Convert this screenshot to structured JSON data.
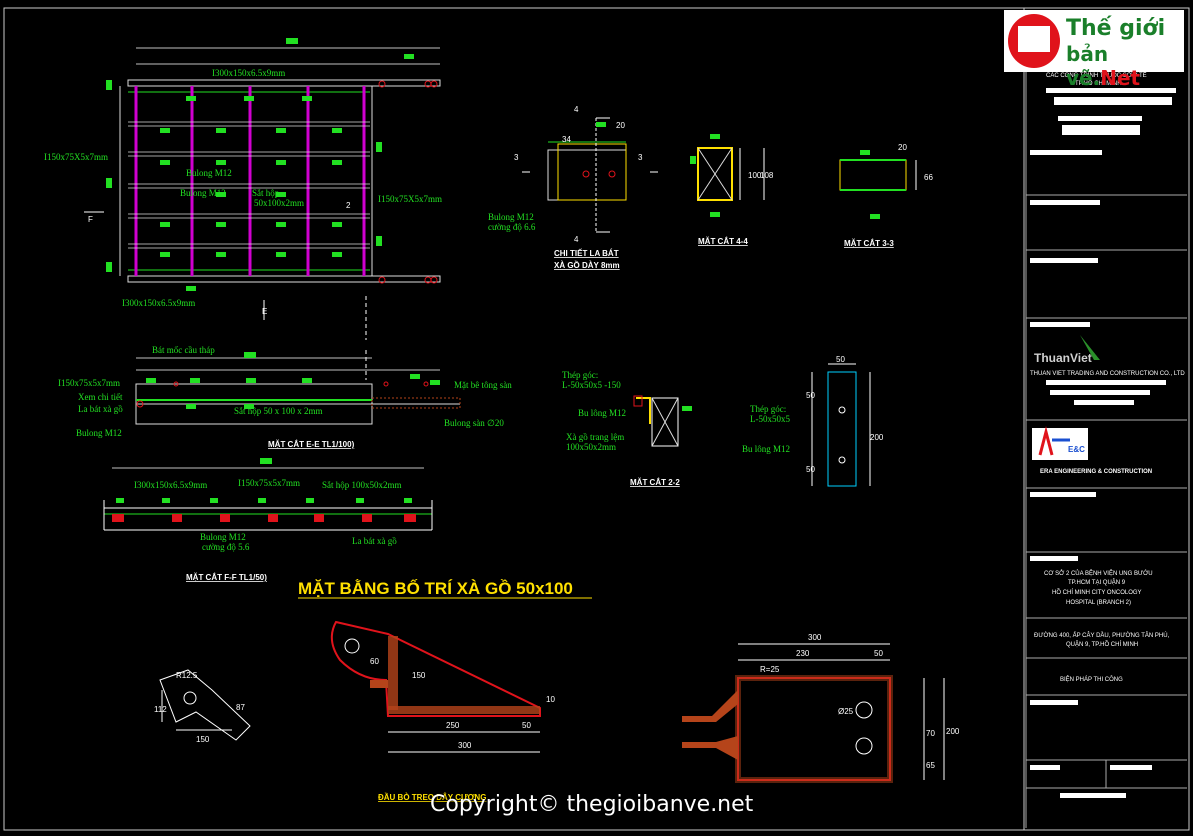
{
  "logo": {
    "line1": "Thế giới",
    "line2a": "bản vẽ.",
    "line2b": "Net"
  },
  "title_block": {
    "row1": "CÁC CÔNG TRÌNH THUỘC SỞ Y TẾ",
    "row2": "TP.HỒ CHÍ MINH",
    "company1": "THUAN VIET TRADING AND CONSTRUCTION CO., LTD",
    "company2": "ERA ENGINEERING & CONSTRUCTION",
    "project1": "CƠ SỞ 2 CỦA BỆNH VIỆN UNG BƯỚU",
    "project2": "TP.HCM TẠI QUẬN 9",
    "project3": "HỒ CHÍ MINH CITY ONCOLOGY",
    "project4": "HOSPITAL (BRANCH 2)",
    "address1": "ĐƯỜNG 400, ẤP CÂY DẦU, PHƯỜNG TÂN PHÚ,",
    "address2": "QUẬN 9, TP.HỒ CHÍ MINH",
    "drawing_title": "BIỆN PHÁP THI CÔNG"
  },
  "plan": {
    "beam_top": "I300x150x6.5x9mm",
    "beam_bottom": "I300x150x6.5x9mm",
    "beam_left": "I150x75X5x7mm",
    "beam_right": "I150x75X5x7mm",
    "bolt1": "Bulong M12",
    "bolt2": "Bulong M12",
    "steel_box": "Sắt hộp",
    "steel_box_size": "50x100x2mm",
    "label_f": "F",
    "label_e": "E",
    "label_2": "2"
  },
  "section_ee": {
    "title": "MẶT CẮT E-E TL1/100)",
    "note1": "Bát mốc cầu tháp",
    "note2": "I150x75x5x7mm",
    "note3": "Xem chi tiết",
    "note4": "La bát xà gồ",
    "note5": "Bulong M12",
    "note6": "Sắt hộp 50 x 100 x 2mm",
    "note7": "Mặt bê tông sàn",
    "note8": "Bulong sàn ∅20"
  },
  "section_ff": {
    "title": "MẶT CẮT F-F TL1/50)",
    "note1": "I300x150x6.5x9mm",
    "note2": "I150x75x5x7mm",
    "note3": "Sắt hộp 100x50x2mm",
    "note4": "Bulong M12",
    "note5": "cường độ 5.6",
    "note6": "La bát xà gồ"
  },
  "main_title": "MẶT BẰNG BỐ TRÍ XÀ GỒ 50x100",
  "detail_labat": {
    "title1": "CHI TIẾT LA BÁT",
    "title2": "XÀ GỒ DÀY 8mm",
    "note1": "Bulong M12",
    "note2": "cường độ 6.6",
    "dim1": "20",
    "dim2": "34",
    "sec_num_top": "4",
    "sec_num_bottom": "4",
    "sec_num_left": "3",
    "sec_num_right": "3"
  },
  "section_44": {
    "title": "MẶT CẮT 4-4",
    "dim1": "100",
    "dim2": "108"
  },
  "section_33": {
    "title": "MẶT CẮT 3-3",
    "dim1": "20",
    "dim2": "66"
  },
  "section_22": {
    "title": "MẶT CẮT 2-2",
    "note1": "Thép góc:",
    "note2": "L-50x50x5 -150",
    "note3": "Bu lông M12",
    "note4": "Xà gồ trang lệm",
    "note5": "100x50x2mm"
  },
  "angle_detail": {
    "note1": "Thép góc:",
    "note2": "L-50x50x5",
    "note3": "Bu lông M12",
    "dim_top": "50",
    "dim_side": "200",
    "dim_a": "50",
    "dim_b": "50"
  },
  "hanger": {
    "title": "ĐẦU BÒ TREO DÂY CƯƠNG",
    "dim_total": "300",
    "dim_a": "250",
    "dim_b": "50",
    "dim_h1": "150",
    "dim_h2": "60",
    "dim_h3": "10",
    "dim_a2": "230",
    "dim_b2": "50",
    "dim_r": "R=25",
    "dim_150": "150",
    "dim_112": "112",
    "dim_125": "R12.5",
    "dim_87": "87",
    "dim_200": "200",
    "dim_65": "65",
    "dim_70": "70",
    "dim_phi": "Ø25"
  },
  "copyright": "Copyright© thegioibanve.net",
  "colors": {
    "green": "#22e022",
    "red": "#e0131b",
    "magenta": "#d000d0",
    "yellow": "#ffe000",
    "brown": "#b5441a",
    "cyan": "#00d0ff"
  }
}
